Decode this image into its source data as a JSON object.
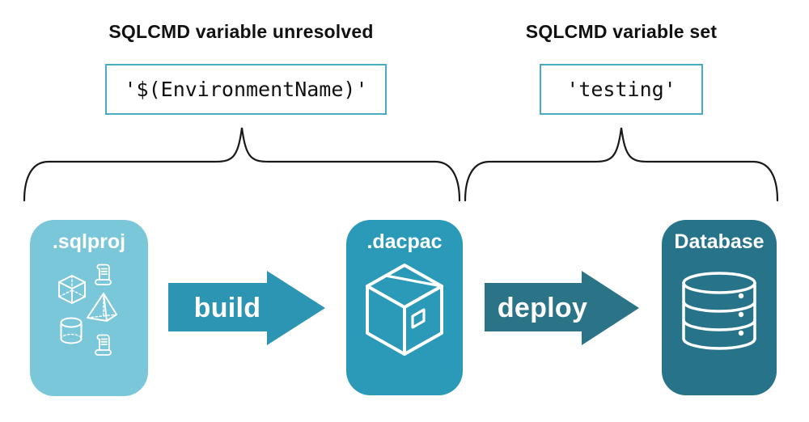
{
  "annotations": {
    "unresolved": {
      "heading": "SQLCMD variable unresolved",
      "value": "'$(EnvironmentName)'"
    },
    "set": {
      "heading": "SQLCMD variable set",
      "value": "'testing'"
    }
  },
  "pipeline": {
    "stages": [
      {
        "id": "sqlproj",
        "label": ".sqlproj",
        "color": "#7BC7DA",
        "icons": [
          "scroll-icon",
          "cube-icon",
          "pyramid-icon",
          "cylinder-icon",
          "scroll-icon"
        ]
      },
      {
        "id": "dacpac",
        "label": ".dacpac",
        "color": "#2B9AB9",
        "icons": [
          "package-box-icon"
        ]
      },
      {
        "id": "database",
        "label": "Database",
        "color": "#26738A",
        "icons": [
          "database-icon"
        ]
      }
    ],
    "arrows": [
      {
        "label": "build",
        "color": "#2D95B4"
      },
      {
        "label": "deploy",
        "color": "#2B7488"
      }
    ]
  },
  "colors": {
    "background": "#FFFFFF",
    "code_box_border": "#4AABC5",
    "brace_stroke": "#1A1A1A",
    "heading_text": "#111111",
    "icon_stroke": "#FFFFFF"
  }
}
